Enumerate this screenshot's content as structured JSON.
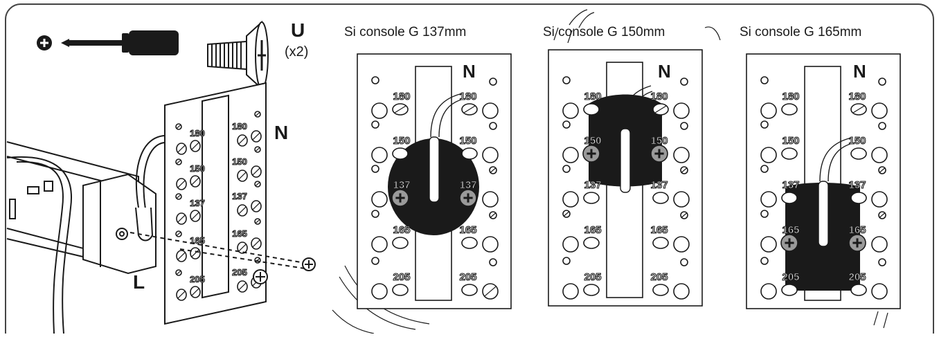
{
  "screw_letter": "U",
  "screw_quantity": "(x2)",
  "bracket_letter": "N",
  "motor_letter": "L",
  "hole_labels": [
    "180",
    "150",
    "137",
    "165",
    "205"
  ],
  "panels": [
    {
      "caption": "Si console G 137mm",
      "letter": "N",
      "screw_at": "137",
      "dark_area": "circle"
    },
    {
      "caption": "Si console G 150mm",
      "letter": "N",
      "screw_at": "150",
      "dark_area": "band"
    },
    {
      "caption": "Si console G 165mm",
      "letter": "N",
      "screw_at": "165",
      "dark_area": "lower"
    }
  ],
  "colors": {
    "ink": "#1a1a1a",
    "screw_fill": "#9a9a9a",
    "frame": "#444444"
  }
}
